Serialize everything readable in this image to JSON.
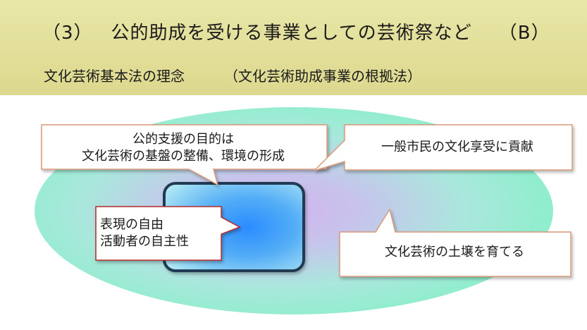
{
  "header": {
    "title": "公的助成を受ける事業としての芸術祭など",
    "title_tag": "（3）",
    "title_suffix": "（B）",
    "subtitle": "文化芸術基本法の理念",
    "subtitle_paren": "（文化芸術助成事業の根拠法）"
  },
  "diagram": {
    "purpose_lines": [
      "公的支援の目的は",
      "文化芸術の基盤の整備、環境の形成"
    ],
    "contribution": "一般市民の文化享受に貢献",
    "freedom_lines": [
      "表現の自由",
      "活動者の自主性"
    ],
    "cultivation": "文化芸術の土壌を育てる"
  },
  "colors": {
    "header_bg": "#e3e09b",
    "callout_border_orange": "#d89a78",
    "callout_border_red": "#b42a2a",
    "center_frame": "#243a55"
  }
}
